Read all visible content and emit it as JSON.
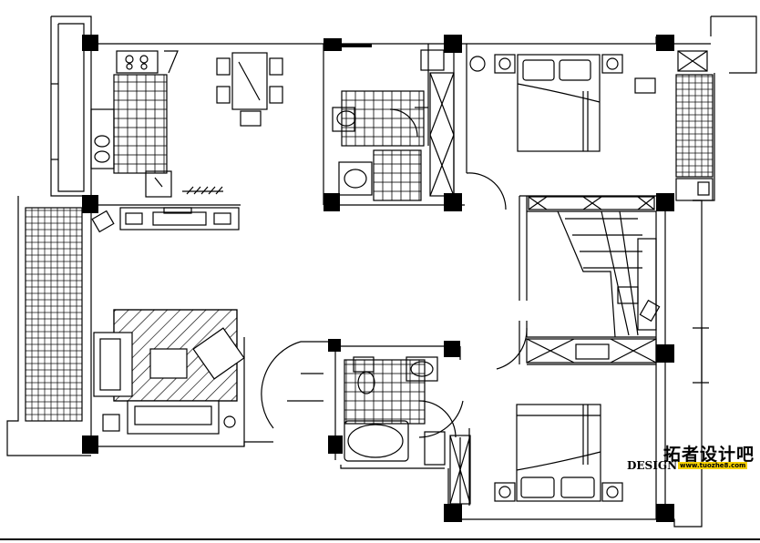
{
  "watermark": {
    "title": "拓者设计吧",
    "design": "DESIGN",
    "url": "www.tuozhe8.com",
    "url_bg": "#f5d000"
  },
  "colors": {
    "line": "#000000",
    "background": "#ffffff"
  }
}
